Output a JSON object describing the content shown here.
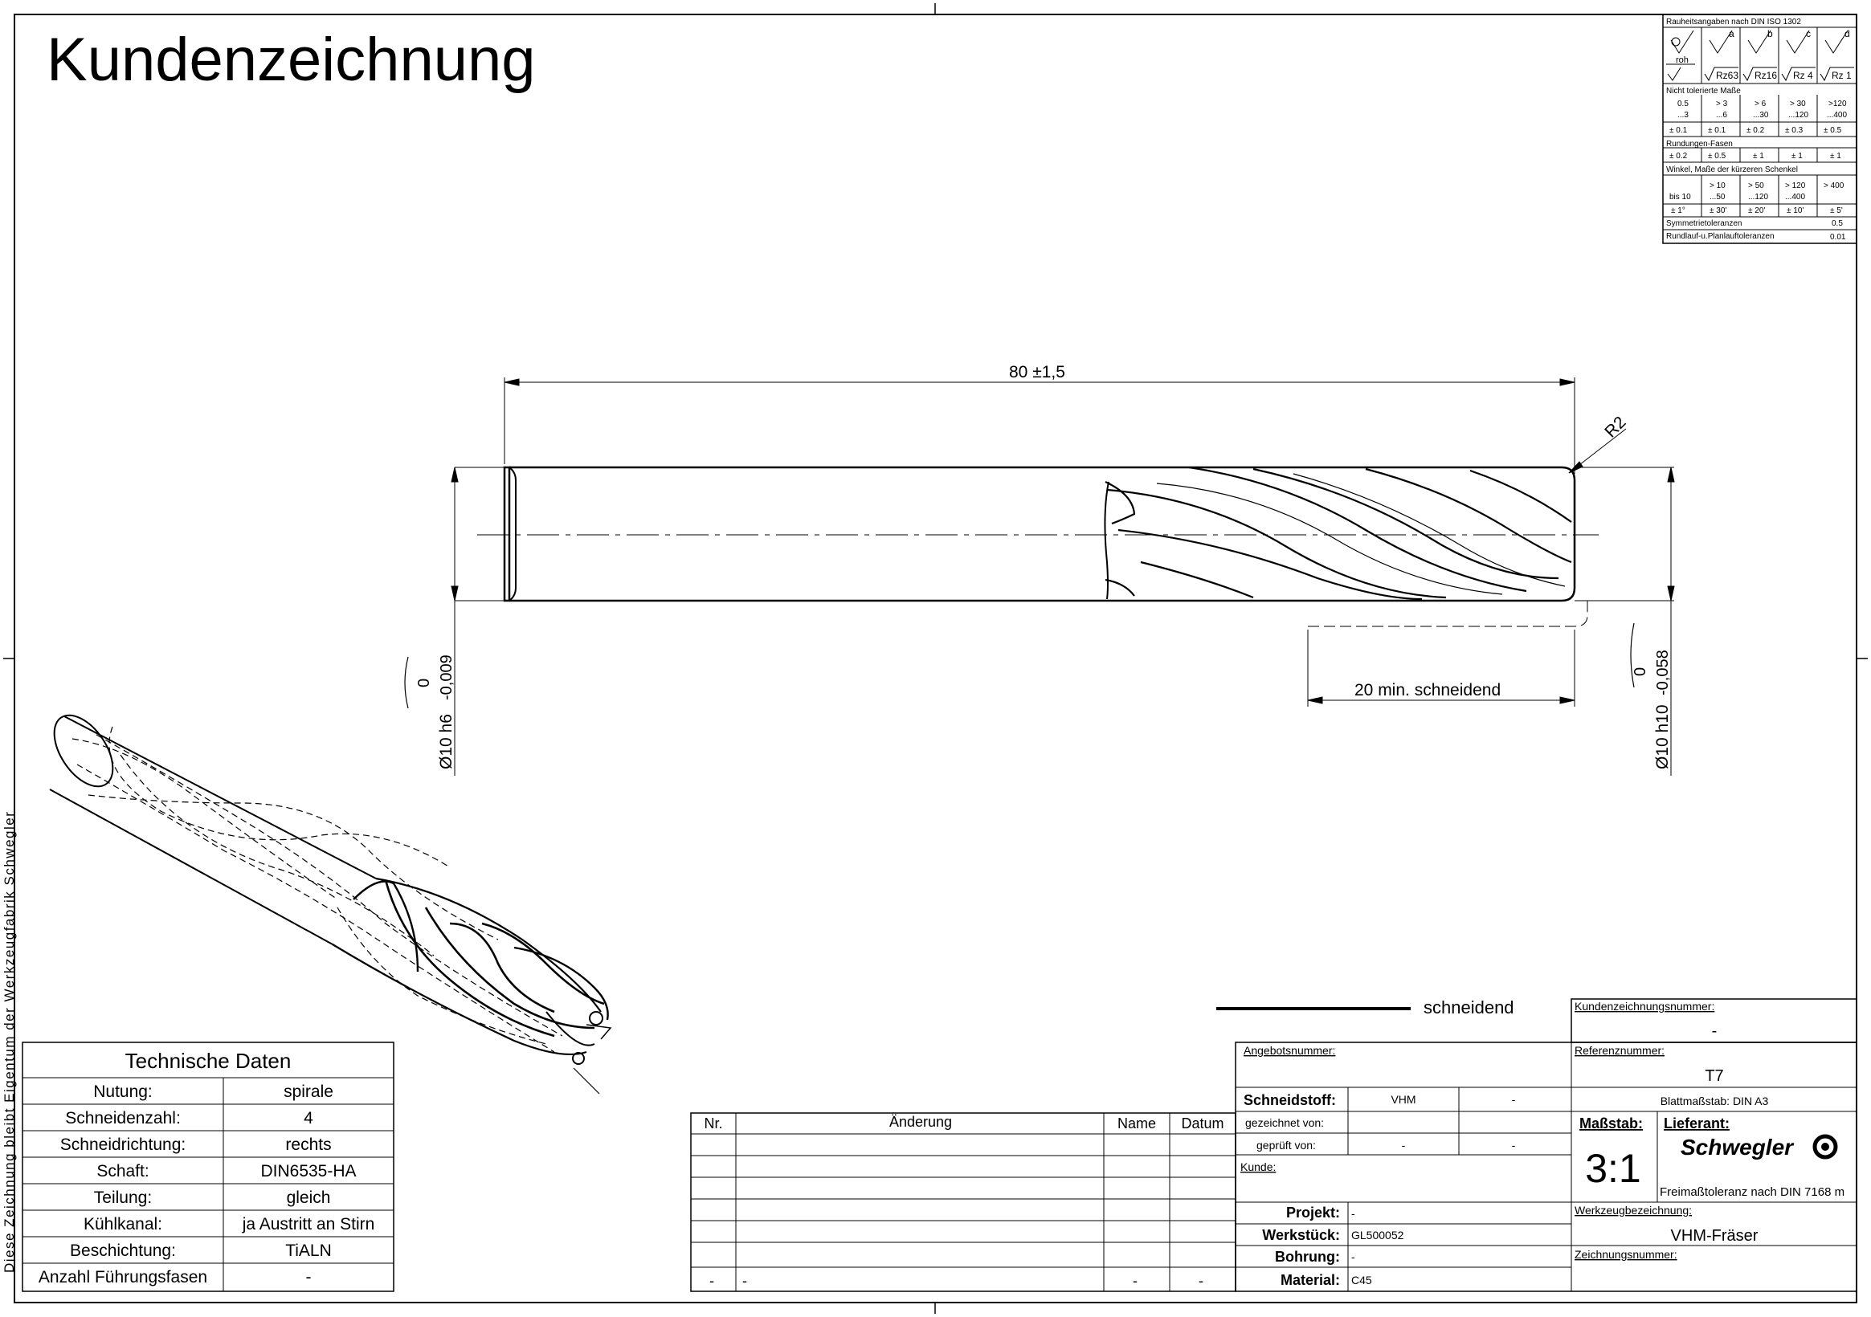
{
  "title": "Kundenzeichnung",
  "side_note": "Diese Zeichnung bleibt Eigentum der Werkzeugfabrik Schwegler",
  "roughness": {
    "header": "Rauheitsangaben nach DIN ISO 1302",
    "letters": [
      "a",
      "b",
      "c",
      "d"
    ],
    "roh": "roh",
    "values": [
      "Rz63",
      "Rz16",
      "Rz 4",
      "Rz 1"
    ]
  },
  "tolerances": {
    "untoleranced_header": "Nicht tolerierte Maße",
    "ranges": [
      [
        "0.5",
        "...3"
      ],
      [
        "> 3",
        "...6"
      ],
      [
        "> 6",
        "...30"
      ],
      [
        "> 30",
        "...120"
      ],
      [
        ">120",
        "...400"
      ]
    ],
    "range_tol": [
      "± 0.1",
      "± 0.1",
      "± 0.2",
      "± 0.3",
      "± 0.5"
    ],
    "chamfer_header": "Rundungen-Fasen",
    "chamfer_tol": [
      "± 0.2",
      "± 0.5",
      "± 1",
      "± 1",
      "± 1"
    ],
    "angle_header": "Winkel, Maße der kürzeren Schenkel",
    "angle_ranges": [
      [
        "bis 10",
        ""
      ],
      [
        "> 10",
        "...50"
      ],
      [
        "> 50",
        "...120"
      ],
      [
        "> 120",
        "...400"
      ],
      [
        "> 400",
        ""
      ]
    ],
    "angle_tol": [
      "± 1°",
      "± 30'",
      "± 20'",
      "± 10'",
      "± 5'"
    ],
    "symmetry_label": "Symmetrietoleranzen",
    "symmetry_value": "0.5",
    "runout_label": "Rundlauf-u.Planlauftoleranzen",
    "runout_value": "0.01"
  },
  "dimensions": {
    "length": "80 ±1,5",
    "radius": "R2",
    "cutting_length": "20 min. schneidend",
    "shank_dia": "Ø10 h6",
    "shank_tol_upper": "0",
    "shank_tol_lower": "-0,009",
    "cut_dia": "Ø10 h10",
    "cut_tol_upper": "0",
    "cut_tol_lower": "-0,058"
  },
  "legend_label": "schneidend",
  "tech_data": {
    "header": "Technische Daten",
    "rows": [
      {
        "label": "Nutung:",
        "value": "spirale"
      },
      {
        "label": "Schneidenzahl:",
        "value": "4"
      },
      {
        "label": "Schneidrichtung:",
        "value": "rechts"
      },
      {
        "label": "Schaft:",
        "value": "DIN6535-HA"
      },
      {
        "label": "Teilung:",
        "value": "gleich"
      },
      {
        "label": "Kühlkanal:",
        "value": "ja Austritt an Stirn"
      },
      {
        "label": "Beschichtung:",
        "value": "TiALN"
      },
      {
        "label": "Anzahl Führungsfasen",
        "value": "-"
      }
    ]
  },
  "changes": {
    "headers": [
      "Nr.",
      "Änderung",
      "Name",
      "Datum"
    ],
    "last_row": [
      "-",
      "-",
      "-",
      "-"
    ]
  },
  "titleblock": {
    "angebotsnummer_label": "Angebotsnummer:",
    "schneidstoff_label": "Schneidstoff:",
    "schneidstoff_value": "VHM",
    "schneidstoff_extra": "-",
    "gezeichnet_label": "gezeichnet von:",
    "geprueft_label": "geprüft von:",
    "geprueft_value": "-",
    "geprueft_extra": "-",
    "kunde_label": "Kunde:",
    "projekt_label": "Projekt:",
    "projekt_value": "-",
    "werkstueck_label": "Werkstück:",
    "werkstueck_value": "GL500052",
    "bohrung_label": "Bohrung:",
    "bohrung_value": "-",
    "material_label": "Material:",
    "material_value": "C45",
    "kzn_label": "Kundenzeichnungsnummer:",
    "kzn_value": "-",
    "referenz_label": "Referenznummer:",
    "referenz_value": "T7",
    "blatt": "Blattmaßstab: DIN A3",
    "massstab_label": "Maßstab:",
    "massstab_value": "3:1",
    "lieferant_label": "Lieferant:",
    "logo": "Schwegler",
    "freimass": "Freimaßtoleranz nach DIN 7168 m",
    "werkzeug_label": "Werkzeugbezeichnung:",
    "werkzeug_value": "VHM-Fräser",
    "zeichnungsnr_label": "Zeichnungsnummer:"
  }
}
